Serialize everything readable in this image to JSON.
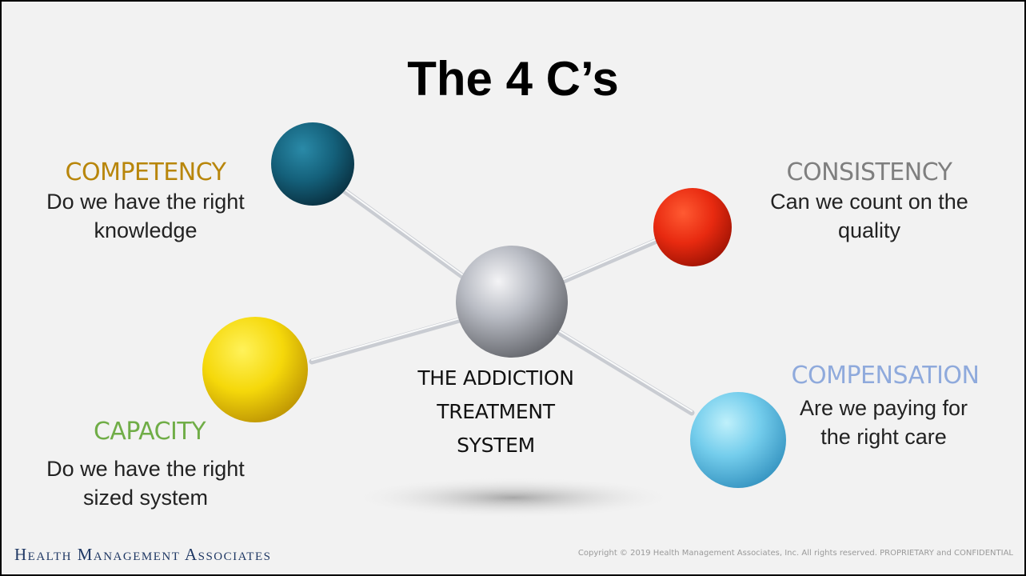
{
  "slide": {
    "title": "The 4 C’s",
    "center_node": {
      "label_lines": [
        "THE ADDICTION",
        "TREATMENT",
        "SYSTEM"
      ]
    },
    "nodes": [
      {
        "id": "competency",
        "heading": "COMPETENCY",
        "heading_color": "#b8860b",
        "description_lines": [
          "Do we have the right",
          "knowledge"
        ],
        "sphere_color": "#1a6b86"
      },
      {
        "id": "consistency",
        "heading": "CONSISTENCY",
        "heading_color": "#7f7f7f",
        "description_lines": [
          "Can we count on the",
          "quality"
        ],
        "sphere_color": "#e8260f"
      },
      {
        "id": "capacity",
        "heading": "CAPACITY",
        "heading_color": "#70ad47",
        "description_lines": [
          "Do we have the right",
          "sized system"
        ],
        "sphere_color": "#f5d90a"
      },
      {
        "id": "compensation",
        "heading": "COMPENSATION",
        "heading_color": "#8faadc",
        "description_lines": [
          "Are we paying for",
          "the right care"
        ],
        "sphere_color": "#6cc6e8"
      }
    ],
    "footer": {
      "organization": "Health Management Associates",
      "copyright": "Copyright © 2019 Health Management Associates, Inc. All rights reserved. PROPRIETARY and CONFIDENTIAL"
    }
  }
}
